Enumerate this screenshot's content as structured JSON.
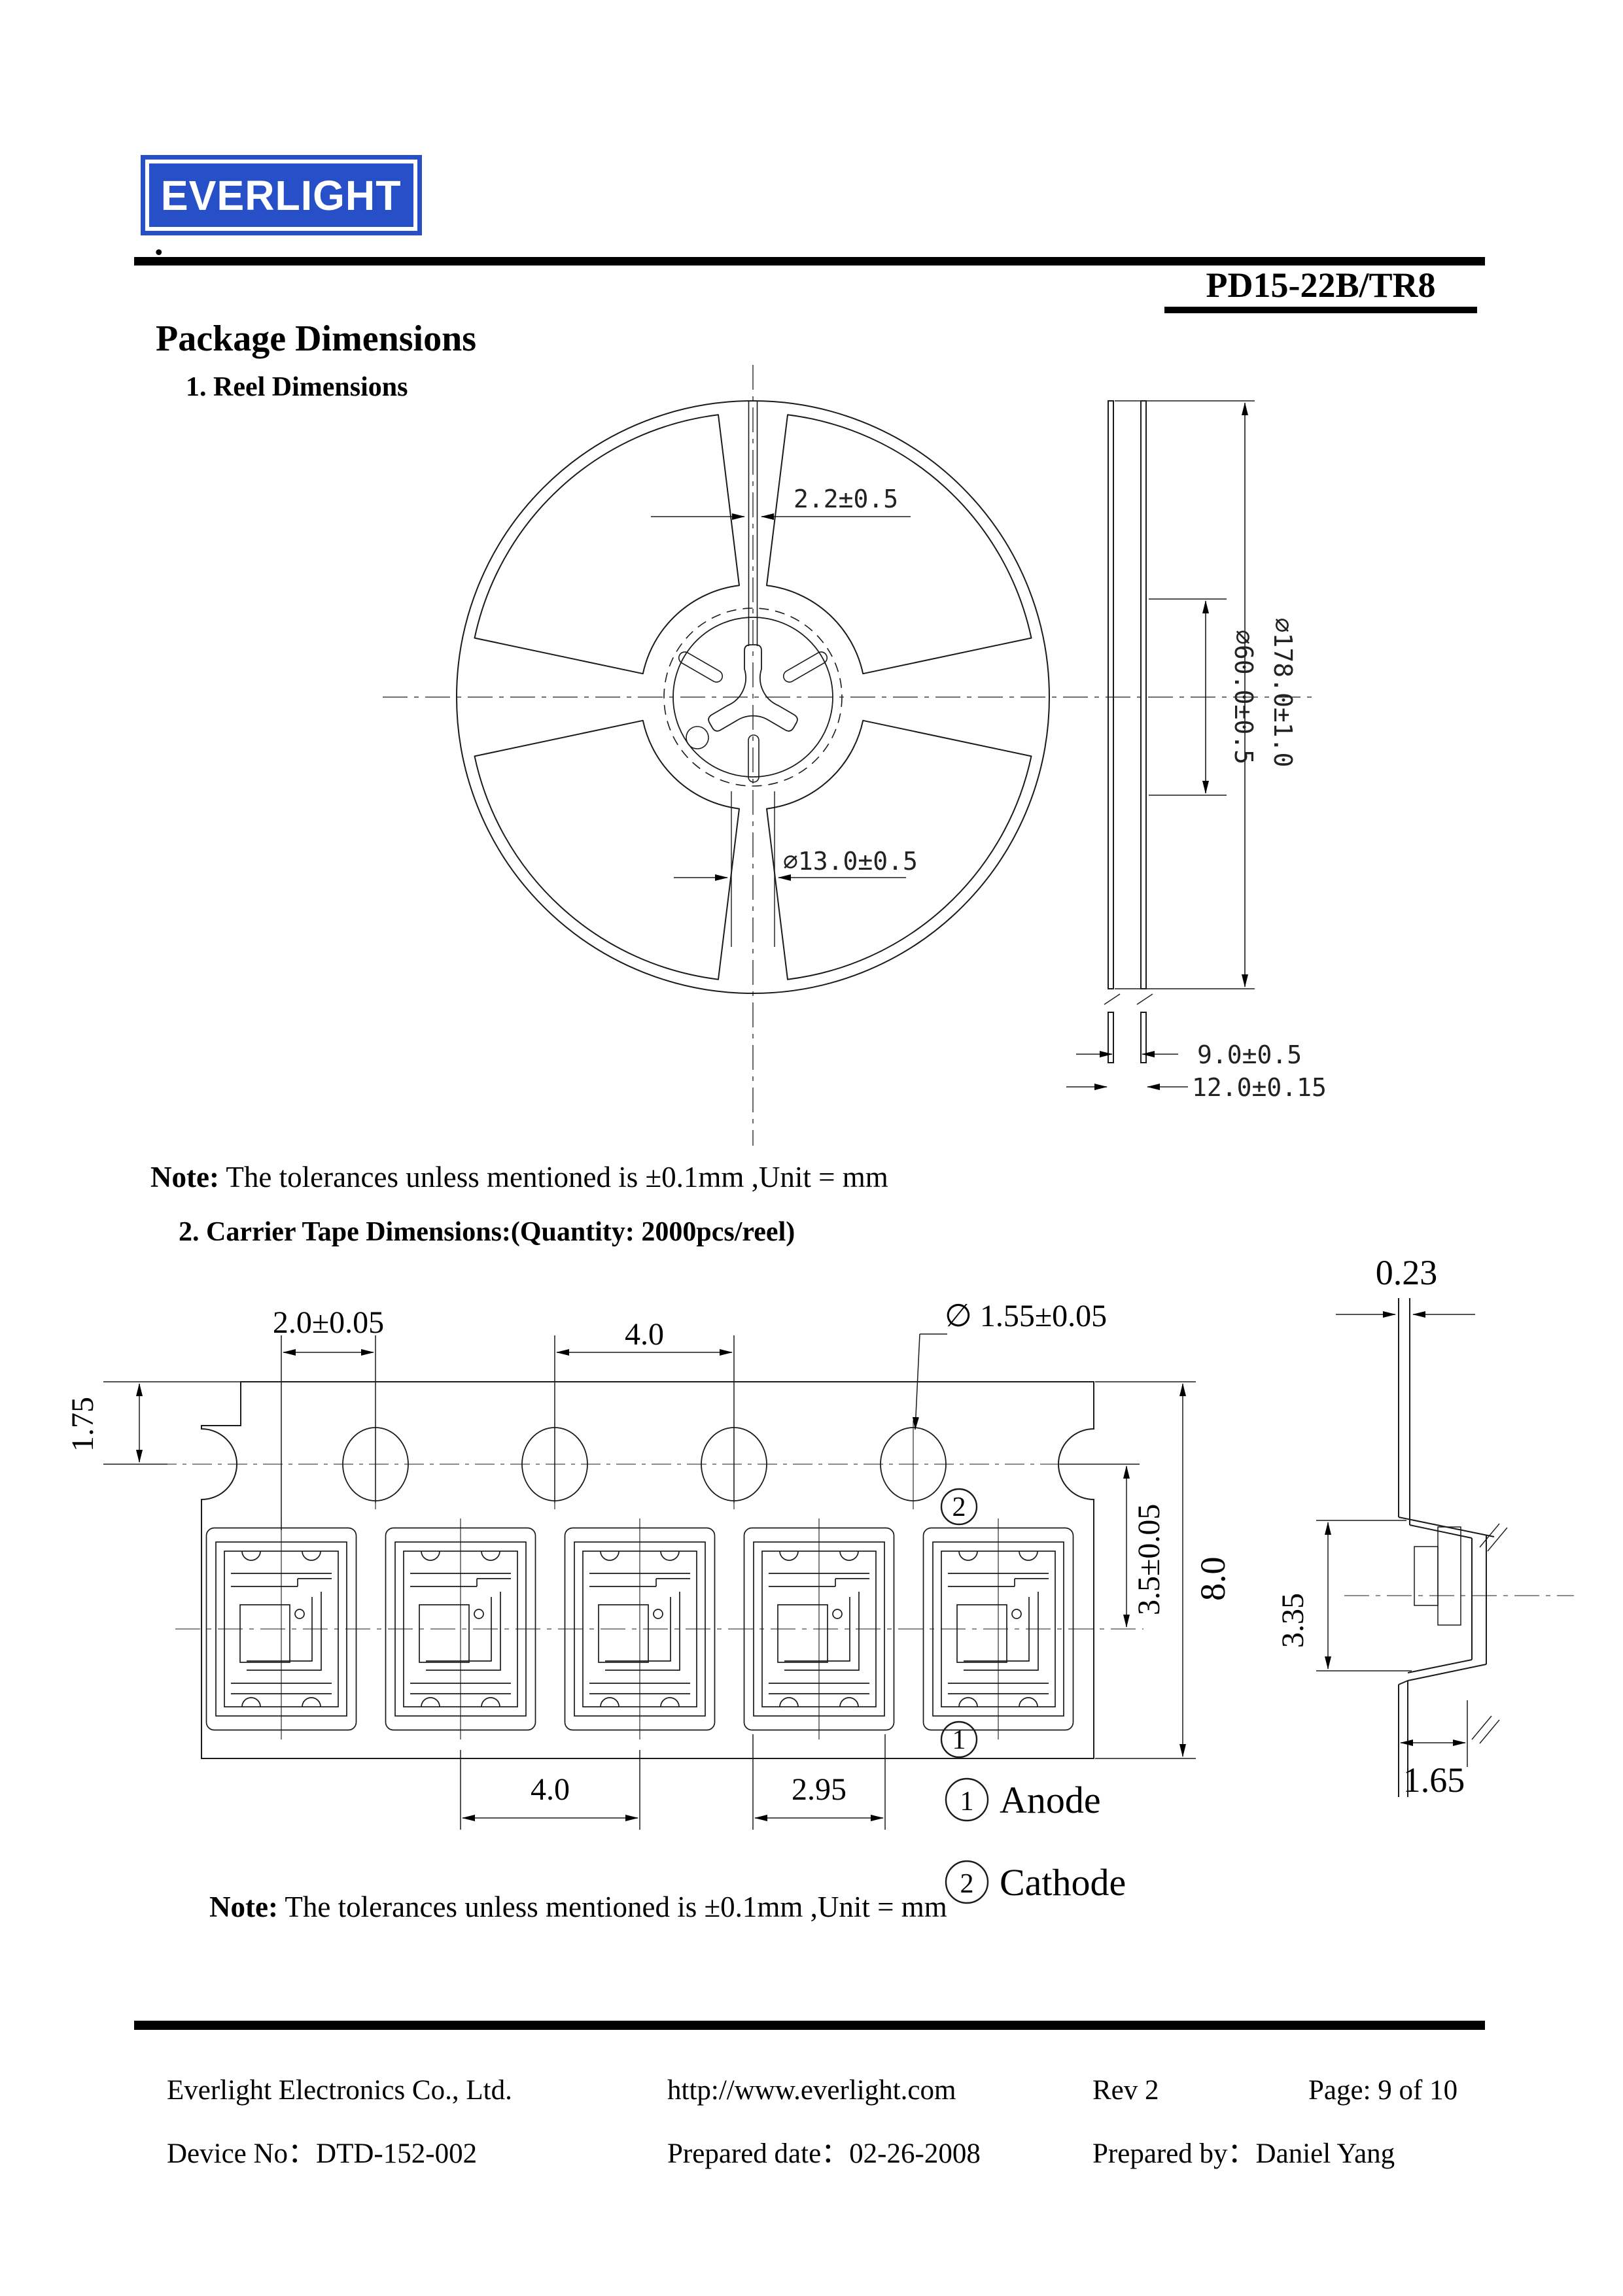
{
  "header": {
    "logo_text": "EVERLIGHT",
    "dot": ".",
    "part_number": "PD15-22B/TR8",
    "title": "Package Dimensions",
    "section1": "1. Reel Dimensions",
    "section2": "2. Carrier Tape Dimensions:(Quantity: 2000pcs/reel)"
  },
  "notes": {
    "label": "Note:",
    "body": "The tolerances unless mentioned is  ±0.1mm ,Unit = mm"
  },
  "reel": {
    "slot_width": "2.2±0.5",
    "hub_dia": "∅13.0±0.5",
    "inner_dia": "∅60.0±0.5",
    "outer_dia": "∅178.0±1.0",
    "tape_slot": "9.0±0.5",
    "reel_width": "12.0±0.15"
  },
  "tape": {
    "hole_to_pocket": "2.0±0.05",
    "hole_pitch": "4.0",
    "hole_dia": "∅ 1.55±0.05",
    "thickness": "0.23",
    "edge_to_hole": "1.75",
    "hole_to_center": "3.5±0.05",
    "tape_width": "8.0",
    "pocket_depth": "3.35",
    "pocket_pitch": "4.0",
    "pocket_length": "2.95",
    "base_width": "1.65",
    "pin1": "1",
    "pin2": "2",
    "anode": "Anode",
    "cathode": "Cathode"
  },
  "footer": {
    "company": "Everlight Electronics Co., Ltd.",
    "url": "http://www.everlight.com",
    "rev": "Rev 2",
    "page": "Page: 9 of 10",
    "device_no": "Device No：DTD-152-002",
    "prepared_date": "Prepared date：02-26-2008",
    "prepared_by": "Prepared by：Daniel Yang"
  }
}
